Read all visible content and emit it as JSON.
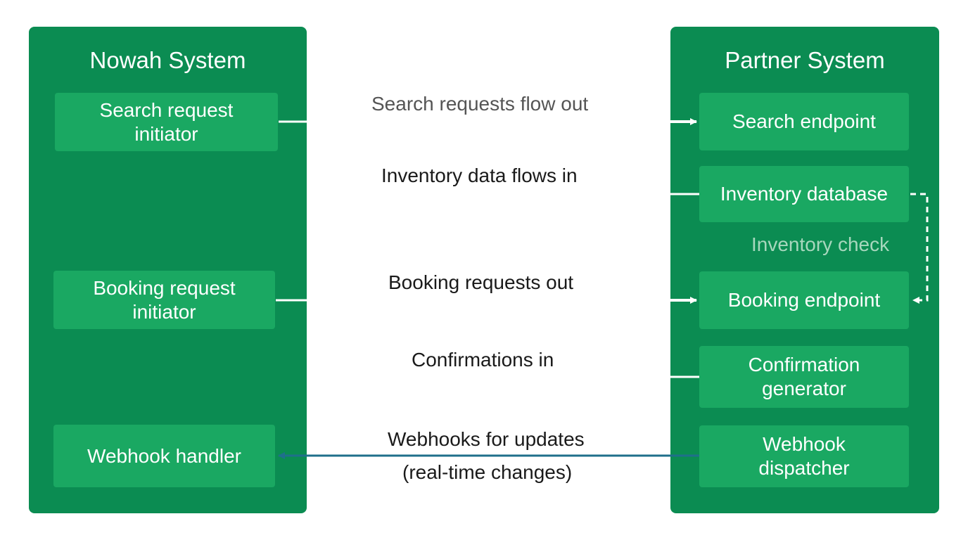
{
  "left_system": {
    "title": "Nowah System",
    "nodes": {
      "search_initiator": [
        "Search request",
        "initiator"
      ],
      "booking_initiator": [
        "Booking request",
        "initiator"
      ],
      "webhook_handler": [
        "Webhook handler"
      ]
    }
  },
  "right_system": {
    "title": "Partner System",
    "nodes": {
      "search_endpoint": [
        "Search endpoint"
      ],
      "inventory_database": [
        "Inventory database"
      ],
      "booking_endpoint": [
        "Booking endpoint"
      ],
      "confirmation_generator": [
        "Confirmation",
        "generator"
      ],
      "webhook_dispatcher": [
        "Webhook",
        "dispatcher"
      ]
    }
  },
  "flows": {
    "search": "Search requests flow out",
    "inventory": "Inventory data flows in",
    "booking": "Booking requests out",
    "confirmations": "Confirmations in",
    "webhooks_line1": "Webhooks for updates",
    "webhooks_line2": "(real-time changes)",
    "inventory_check": "Inventory check"
  },
  "colors": {
    "panel": "#0b8c52",
    "node": "#1aa862",
    "connector": "#ffffff",
    "webhook_line": "#1f6f8b"
  }
}
